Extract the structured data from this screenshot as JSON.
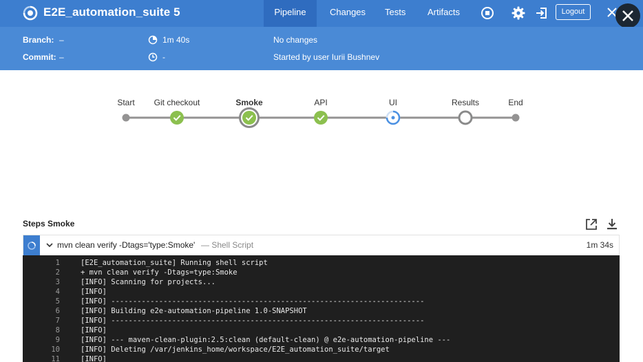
{
  "header": {
    "title": "E2E_automation_suite 5",
    "tabs": [
      {
        "label": "Pipeline",
        "active": true
      },
      {
        "label": "Changes",
        "active": false
      },
      {
        "label": "Tests",
        "active": false
      },
      {
        "label": "Artifacts",
        "active": false
      }
    ],
    "logout_label": "Logout",
    "icons": [
      "run-status-icon",
      "stop-icon",
      "gear-icon",
      "exit-icon",
      "close-icon"
    ],
    "colors": {
      "bar": "#3d7ecf",
      "info": "#4a8ad6"
    }
  },
  "info": {
    "branch_label": "Branch:",
    "branch_value": "–",
    "commit_label": "Commit:",
    "commit_value": "–",
    "duration": "1m 40s",
    "time": "-",
    "changes": "No changes",
    "cause": "Started by user Iurii Bushnev"
  },
  "pipeline": {
    "stages": [
      {
        "label": "Start",
        "status": "terminal"
      },
      {
        "label": "Git checkout",
        "status": "success"
      },
      {
        "label": "Smoke",
        "status": "success",
        "selected": true
      },
      {
        "label": "API",
        "status": "success"
      },
      {
        "label": "UI",
        "status": "running"
      },
      {
        "label": "Results",
        "status": "not-built"
      },
      {
        "label": "End",
        "status": "terminal"
      }
    ],
    "colors": {
      "success": "#8cc04f",
      "running": "#4a90e2",
      "line": "#949393"
    }
  },
  "steps": {
    "title": "Steps Smoke",
    "step": {
      "command": "mvn clean verify -Dtags='type:Smoke'",
      "type": "— Shell Script",
      "duration": "1m 34s",
      "status": "running"
    },
    "log": [
      {
        "n": "1",
        "text": "[E2E_automation_suite] Running shell script"
      },
      {
        "n": "2",
        "text": "+ mvn clean verify -Dtags=type:Smoke"
      },
      {
        "n": "3",
        "text": "[INFO] Scanning for projects..."
      },
      {
        "n": "4",
        "text": "[INFO]"
      },
      {
        "n": "5",
        "text": "[INFO] ------------------------------------------------------------------------"
      },
      {
        "n": "6",
        "text": "[INFO] Building e2e-automation-pipeline 1.0-SNAPSHOT"
      },
      {
        "n": "7",
        "text": "[INFO] ------------------------------------------------------------------------"
      },
      {
        "n": "8",
        "text": "[INFO]"
      },
      {
        "n": "9",
        "text": "[INFO] --- maven-clean-plugin:2.5:clean (default-clean) @ e2e-automation-pipeline ---"
      },
      {
        "n": "10",
        "text": "[INFO] Deleting /var/jenkins_home/workspace/E2E_automation_suite/target"
      },
      {
        "n": "11",
        "text": "[INFO]"
      }
    ]
  }
}
